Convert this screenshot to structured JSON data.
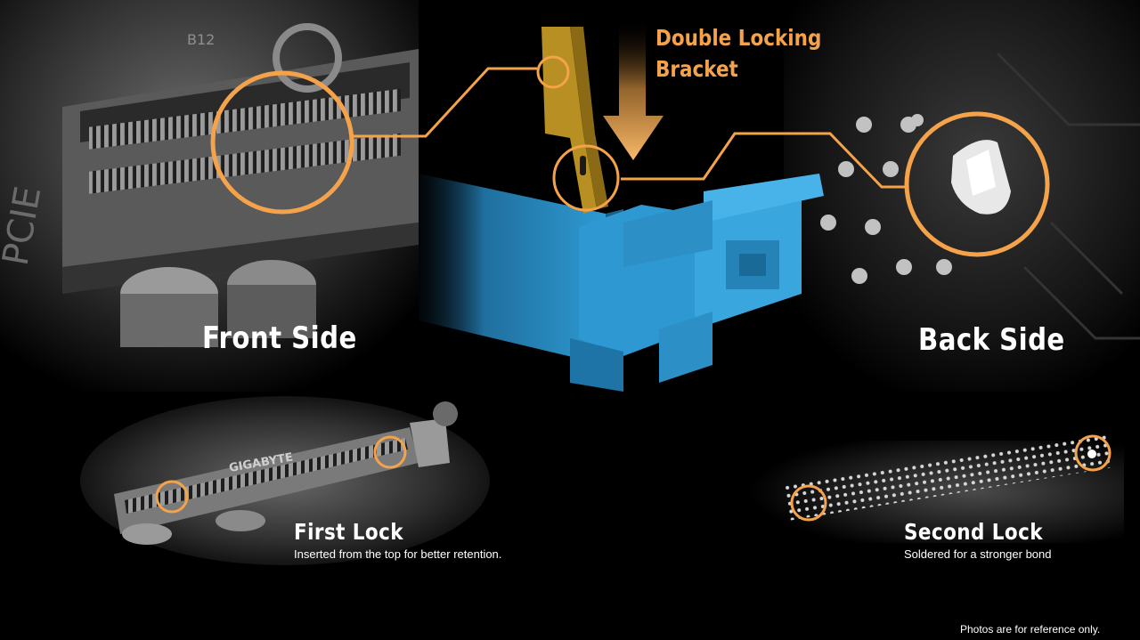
{
  "callout": {
    "line1": "Double Locking",
    "line2": "Bracket",
    "color": "#f5a34a"
  },
  "front_side": {
    "title": "Front Side"
  },
  "back_side": {
    "title": "Back Side"
  },
  "first_lock": {
    "title": "First Lock",
    "description": "Inserted from the top for better retention."
  },
  "second_lock": {
    "title": "Second Lock",
    "description": "Soldered for a stronger bond"
  },
  "footnote": "Photos are for reference only.",
  "board_marks": {
    "front_code": "B12",
    "brand": "GIGABYTE",
    "slot_label": "PCIE"
  },
  "colors": {
    "accent": "#f5a34a",
    "bracket_blue": "#2a8fc7",
    "bracket_gold": "#b88f22",
    "background": "#000000"
  }
}
